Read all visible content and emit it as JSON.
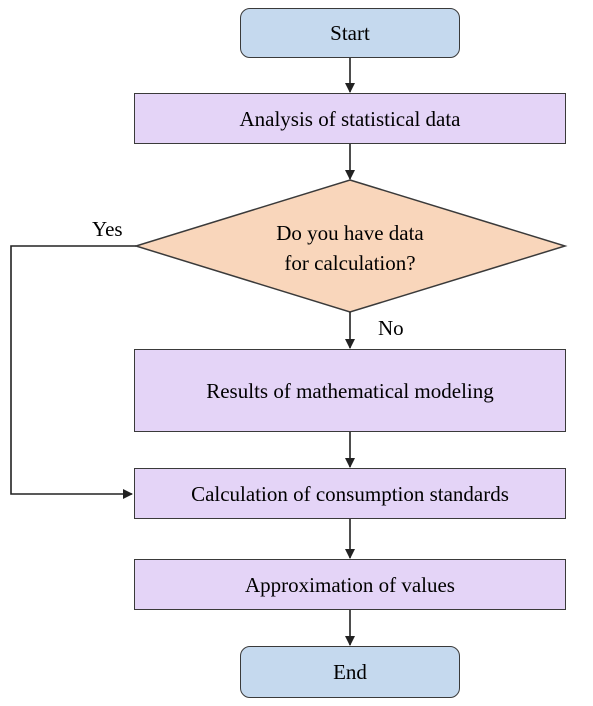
{
  "flowchart": {
    "start": {
      "label": "Start"
    },
    "step_analysis": {
      "label": "Analysis of statistical data"
    },
    "decision": {
      "line1": "Do you have data",
      "line2": "for calculation?"
    },
    "yes_label": "Yes",
    "no_label": "No",
    "step_modeling": {
      "label": "Results of mathematical modeling"
    },
    "step_calculation": {
      "label": "Calculation of consumption standards"
    },
    "step_approximation": {
      "label": "Approximation of values"
    },
    "end": {
      "label": "End"
    }
  },
  "colors": {
    "terminal_fill": "#c5d9ee",
    "process_fill": "#e4d4f7",
    "decision_fill": "#f9d6bb",
    "stroke": "#3a3a3a",
    "connector": "#222222"
  }
}
